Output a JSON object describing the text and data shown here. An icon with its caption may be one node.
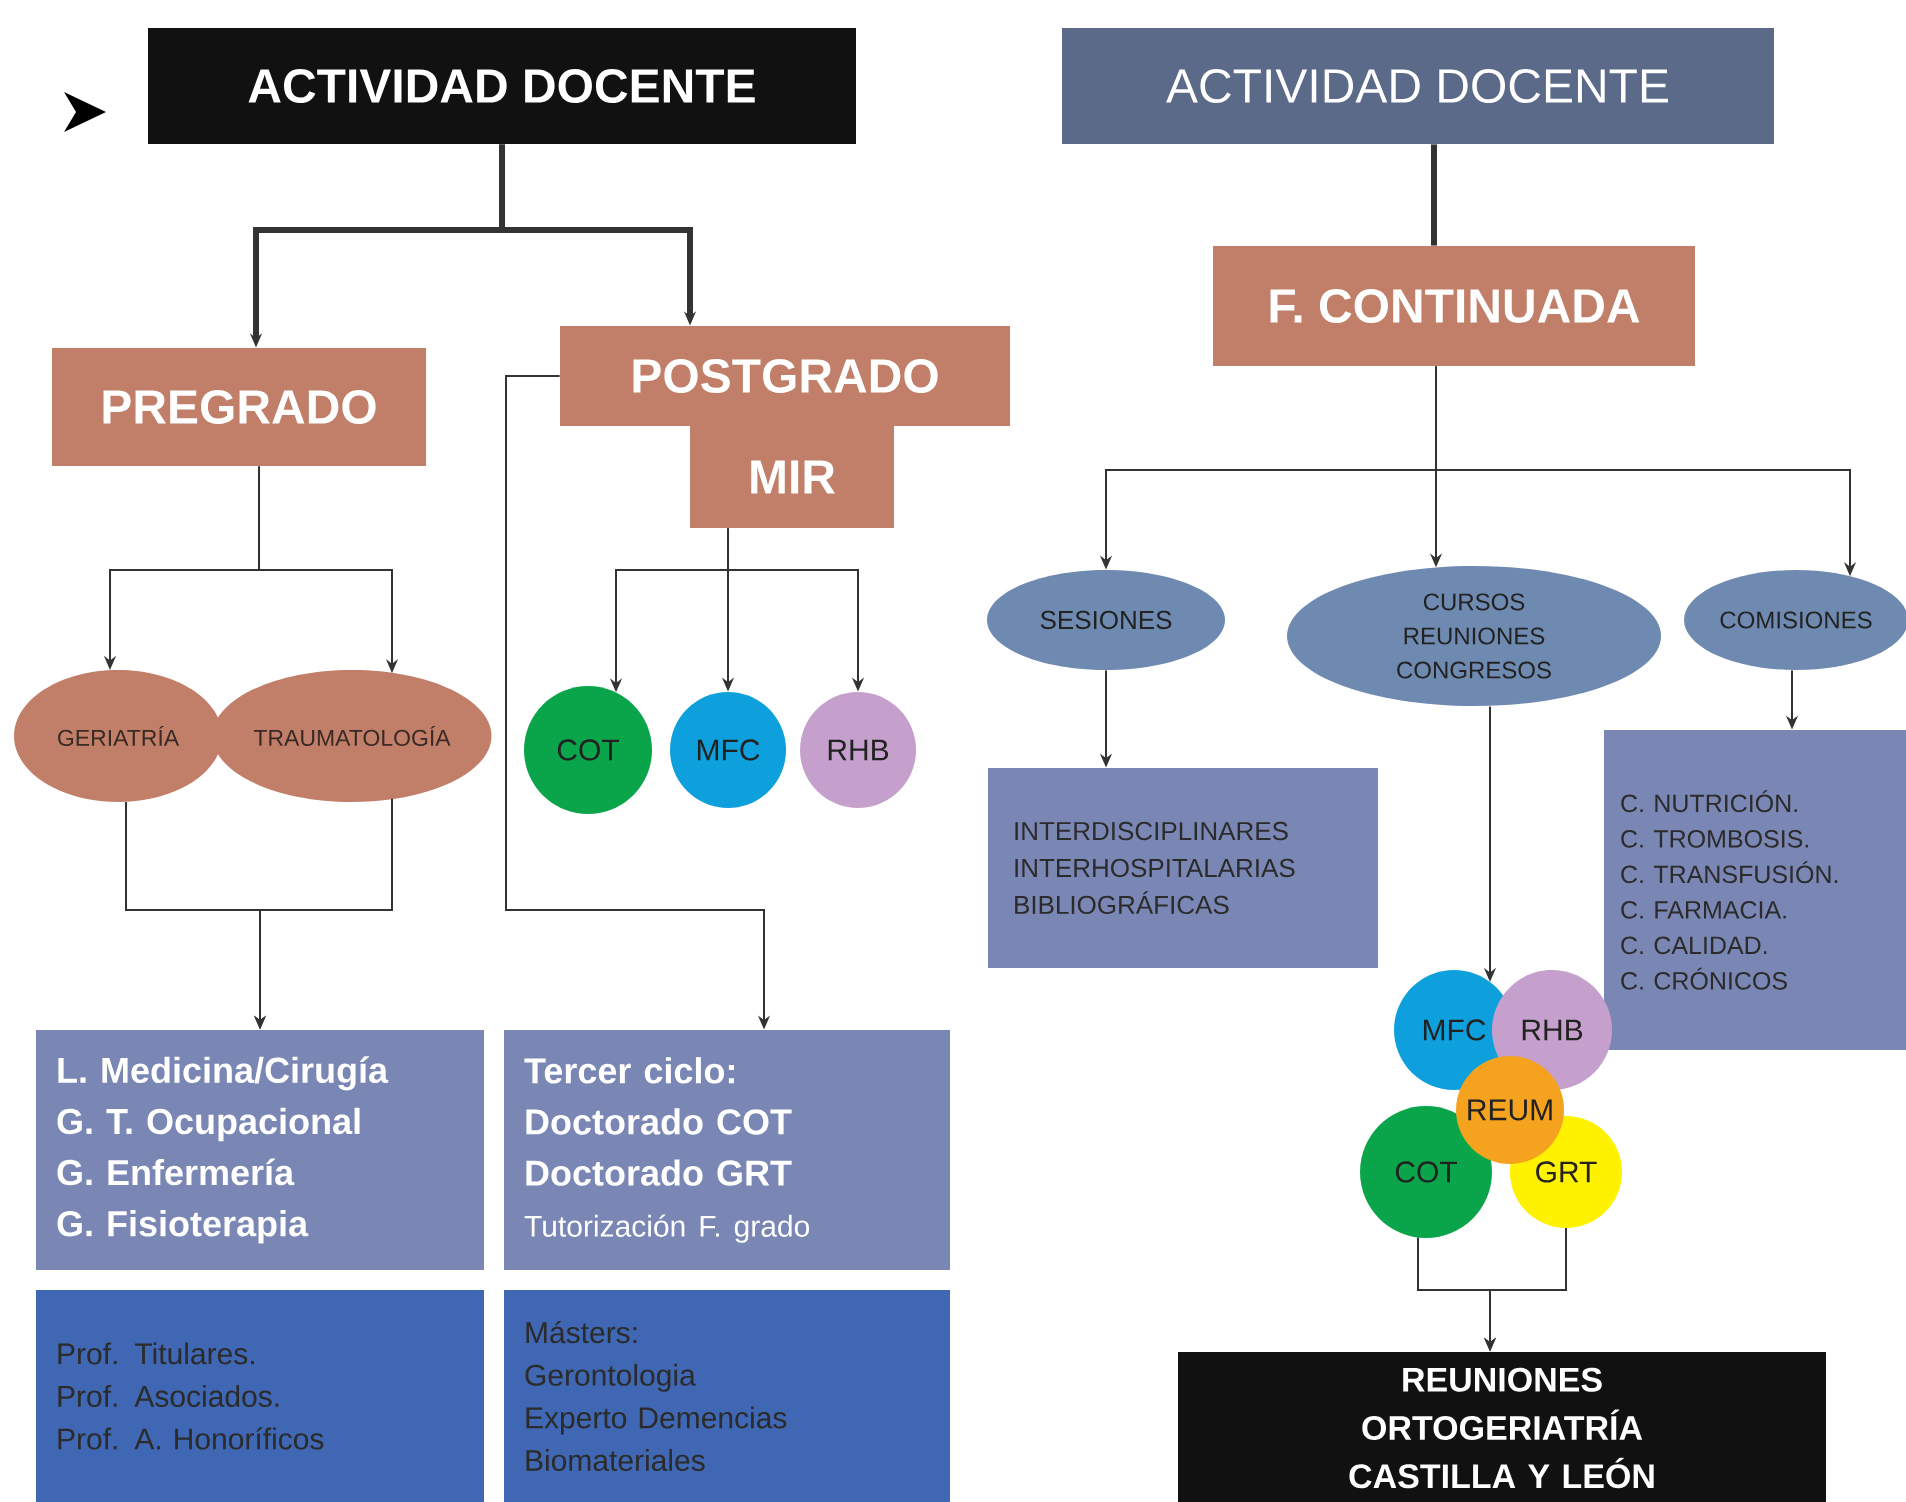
{
  "diagram": {
    "nodes": [
      {
        "text": [
          "ACTIVIDAD DOCENTE"
        ]
      },
      {
        "text": [
          "PREGRADO"
        ]
      },
      {
        "text": [
          "POSTGRADO",
          "MIR"
        ]
      },
      {
        "text": [
          "GERIATRÍA"
        ]
      },
      {
        "text": [
          "TRAUMATOLOGÍA"
        ]
      },
      {
        "text": [
          "COT"
        ]
      },
      {
        "text": [
          "MFC"
        ]
      },
      {
        "text": [
          "RHB"
        ]
      },
      {
        "text": [
          "L. Medicina/Cirugía",
          "G. T. Ocupacional",
          "G. Enfermería",
          "G. Fisioterapia"
        ]
      },
      {
        "text": [
          "Tercer ciclo:",
          "Doctorado COT",
          "Doctorado GRT",
          "Tutorización F. grado"
        ]
      },
      {
        "text": [
          "Prof. Titulares.",
          "Prof. Asociados.",
          "Prof. A. Honoríficos"
        ]
      },
      {
        "text": [
          "Másters:",
          "Gerontologia",
          "Experto Demencias",
          "Biomateriales"
        ]
      },
      {
        "text": [
          "ACTIVIDAD DOCENTE"
        ]
      },
      {
        "text": [
          "F. CONTINUADA"
        ]
      },
      {
        "text": [
          "SESIONES"
        ]
      },
      {
        "text": [
          "CURSOS REUNIONES CONGRESOS"
        ]
      },
      {
        "text": [
          "COMISIONES"
        ]
      },
      {
        "text": [
          "INTERDISCIPLINARES",
          "INTERHOSPITALARIAS",
          "BIBLIOGRÁFICAS"
        ]
      },
      {
        "text": [
          "C. NUTRICIÓN.",
          "C. TROMBOSIS.",
          "C. TRANSFUSIÓN.",
          "C. FARMACIA.",
          "C. CALIDAD.",
          "C. CRÓNICOS"
        ]
      },
      {
        "text": [
          "MFC"
        ]
      },
      {
        "text": [
          "RHB"
        ]
      },
      {
        "text": [
          "REUM"
        ]
      },
      {
        "text": [
          "COT"
        ]
      },
      {
        "text": [
          "GRT"
        ]
      },
      {
        "text": [
          "REUNIONES ORTOGERIATRÍA CASTILLA Y LEÓN"
        ]
      }
    ],
    "edges": [
      {
        "from": 0,
        "to": 1,
        "arrow": "to",
        "style": "thick"
      },
      {
        "from": 0,
        "to": 2,
        "arrow": "to",
        "style": "thick"
      },
      {
        "from": 1,
        "to": 3,
        "arrow": "to"
      },
      {
        "from": 1,
        "to": 4,
        "arrow": "to"
      },
      {
        "from": 2,
        "to": 5,
        "arrow": "to"
      },
      {
        "from": 2,
        "to": 6,
        "arrow": "to"
      },
      {
        "from": 2,
        "to": 7,
        "arrow": "to"
      },
      {
        "from": 3,
        "to": 8,
        "arrow": "to"
      },
      {
        "from": 4,
        "to": 8,
        "arrow": "to"
      },
      {
        "from": 2,
        "to": 9,
        "arrow": "to"
      },
      {
        "from": 12,
        "to": 13,
        "arrow": "none",
        "style": "thick"
      },
      {
        "from": 13,
        "to": 14,
        "arrow": "to"
      },
      {
        "from": 13,
        "to": 15,
        "arrow": "to"
      },
      {
        "from": 13,
        "to": 16,
        "arrow": "to"
      },
      {
        "from": 14,
        "to": 17,
        "arrow": "to"
      },
      {
        "from": 16,
        "to": 18,
        "arrow": "to"
      },
      {
        "from": 15,
        "to": 19,
        "arrow": "to"
      },
      {
        "from": 22,
        "to": 24,
        "arrow": "to"
      },
      {
        "from": 23,
        "to": 24,
        "arrow": "to"
      }
    ]
  }
}
